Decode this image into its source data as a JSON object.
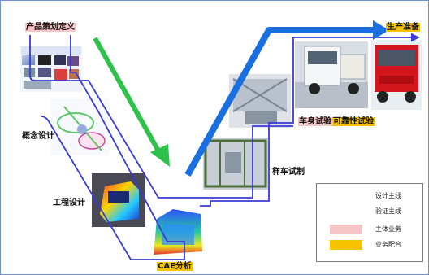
{
  "labels": {
    "product_definition": "产品策划定义",
    "concept_design": "概念设计",
    "engineering_design": "工程设计",
    "cae_analysis": "CAE分析",
    "sample_trial": "样车试制",
    "body_test": "车身试验",
    "reliability_test": "可靠性试验",
    "production_prep": "生产准备"
  },
  "legend": {
    "design_mainline": "设计主线",
    "verify_mainline": "验证主线",
    "main_business": "主体业务",
    "support_business": "业务配合"
  },
  "colors": {
    "design_line": "#2ec24a",
    "verify_line": "#3a3ad6",
    "main_arrow": "#1a6fe0",
    "main_business": "#f6c6c6",
    "support_business": "#f7c300"
  },
  "images": [
    {
      "name": "product-definition-screens-image"
    },
    {
      "name": "concept-design-sketch-image"
    },
    {
      "name": "engineering-cab-model-image"
    },
    {
      "name": "cae-cab-mesh-image"
    },
    {
      "name": "sample-trial-fixture-image"
    },
    {
      "name": "body-test-rig-image"
    },
    {
      "name": "truck-white-image"
    },
    {
      "name": "truck-red-image"
    }
  ]
}
